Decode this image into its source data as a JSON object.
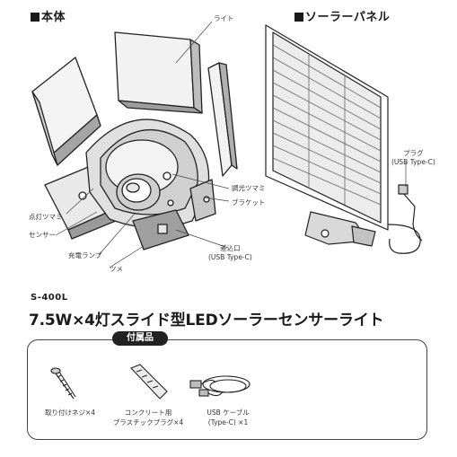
{
  "sections": {
    "body_title": "本体",
    "panel_title": "ソーラーパネル"
  },
  "callouts": {
    "light": "ライト",
    "dimmer_knob": "調光ツマミ",
    "bracket": "ブラケット",
    "on_knob": "点灯ツマミ",
    "sensor": "センサー",
    "charge_lamp": "充電ランプ",
    "knob": "ツメ",
    "port_line1": "差込口",
    "port_line2": "(USB Type-C)",
    "plug_line1": "プラグ",
    "plug_line2": "(USB Type-C)"
  },
  "product": {
    "model": "S-400L",
    "name": "7.5W×4灯スライド型LEDソーラーセンサーライト"
  },
  "accessories": {
    "header": "付属品",
    "items": [
      {
        "line1": "取り付けネジ×4",
        "line2": "",
        "icon": "screw-icon"
      },
      {
        "line1": "コンクリート用",
        "line2": "プラスチックプラグ×4",
        "icon": "plastic-plug-icon"
      },
      {
        "line1": "USB ケーブル",
        "line2": "(Type-C) ×1",
        "icon": "usb-cable-icon"
      }
    ]
  }
}
